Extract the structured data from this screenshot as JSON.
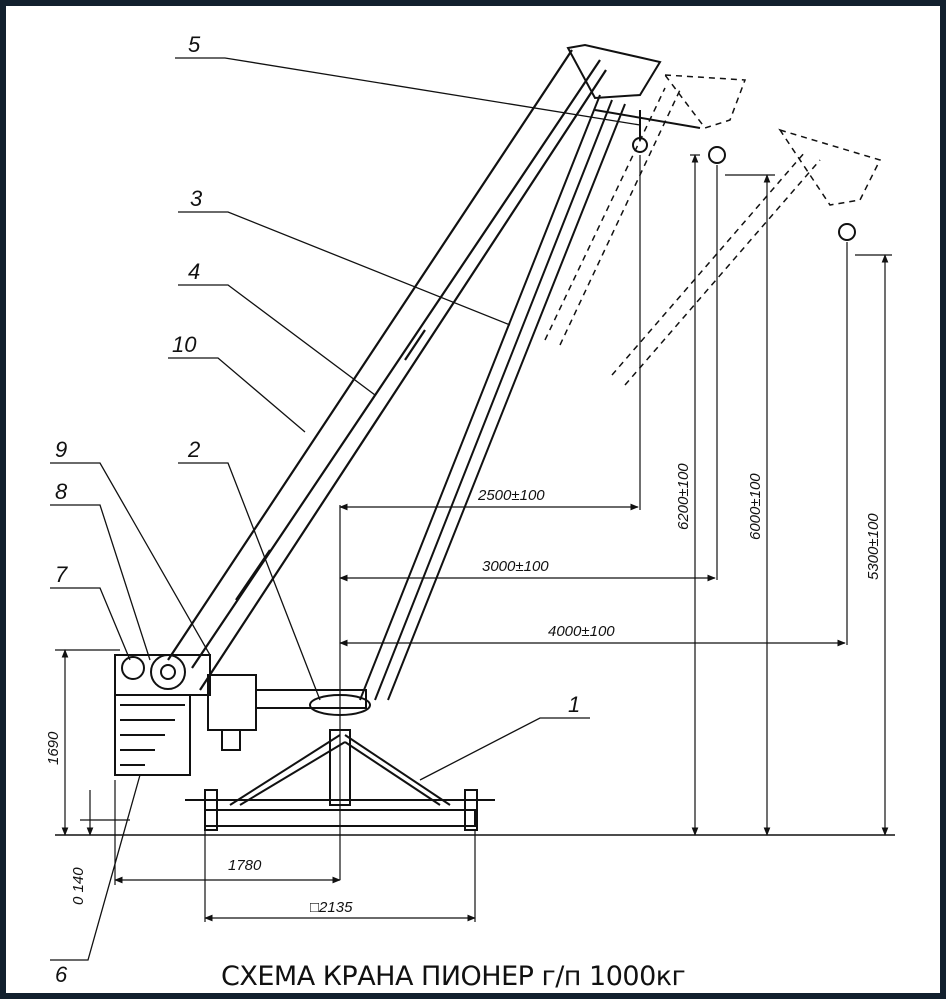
{
  "title": "СХЕМА КРАНА ПИОНЕР  г/п 1000кг",
  "callouts": [
    "1",
    "2",
    "3",
    "4",
    "5",
    "6",
    "7",
    "8",
    "9",
    "10"
  ],
  "dimensions": {
    "reach_1": "2500±100",
    "reach_2": "3000±100",
    "reach_3": "4000±100",
    "height_1": "6200±100",
    "height_2": "6000±100",
    "height_3": "5300±100",
    "base_height": "1690",
    "clearance": "0 140",
    "base_length": "1780",
    "base_square": "□2135"
  },
  "colors": {
    "ink": "#111111",
    "frame": "#12202e"
  }
}
